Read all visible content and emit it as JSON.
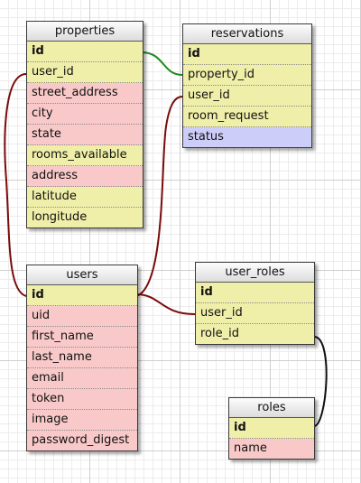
{
  "tables": {
    "properties": {
      "name": "properties",
      "fields": [
        {
          "name": "id",
          "kind": "key",
          "primary": true
        },
        {
          "name": "user_id",
          "kind": "key",
          "primary": false
        },
        {
          "name": "street_address",
          "kind": "attr",
          "primary": false
        },
        {
          "name": "city",
          "kind": "attr",
          "primary": false
        },
        {
          "name": "state",
          "kind": "attr",
          "primary": false
        },
        {
          "name": "rooms_available",
          "kind": "key",
          "primary": false
        },
        {
          "name": "address",
          "kind": "attr",
          "primary": false
        },
        {
          "name": "latitude",
          "kind": "key",
          "primary": false
        },
        {
          "name": "longitude",
          "kind": "key",
          "primary": false
        }
      ]
    },
    "reservations": {
      "name": "reservations",
      "fields": [
        {
          "name": "id",
          "kind": "key",
          "primary": true
        },
        {
          "name": "property_id",
          "kind": "key",
          "primary": false
        },
        {
          "name": "user_id",
          "kind": "key",
          "primary": false
        },
        {
          "name": "room_request",
          "kind": "key",
          "primary": false
        },
        {
          "name": "status",
          "kind": "status",
          "primary": false
        }
      ]
    },
    "users": {
      "name": "users",
      "fields": [
        {
          "name": "id",
          "kind": "key",
          "primary": true
        },
        {
          "name": "uid",
          "kind": "attr",
          "primary": false
        },
        {
          "name": "first_name",
          "kind": "attr",
          "primary": false
        },
        {
          "name": "last_name",
          "kind": "attr",
          "primary": false
        },
        {
          "name": "email",
          "kind": "attr",
          "primary": false
        },
        {
          "name": "token",
          "kind": "attr",
          "primary": false
        },
        {
          "name": "image",
          "kind": "attr",
          "primary": false
        },
        {
          "name": "password_digest",
          "kind": "attr",
          "primary": false
        }
      ]
    },
    "user_roles": {
      "name": "user_roles",
      "fields": [
        {
          "name": "id",
          "kind": "key",
          "primary": true
        },
        {
          "name": "user_id",
          "kind": "key",
          "primary": false
        },
        {
          "name": "role_id",
          "kind": "key",
          "primary": false
        }
      ]
    },
    "roles": {
      "name": "roles",
      "fields": [
        {
          "name": "id",
          "kind": "key",
          "primary": true
        },
        {
          "name": "name",
          "kind": "attr",
          "primary": false
        }
      ]
    }
  },
  "relations": [
    {
      "from": "properties.id",
      "to": "reservations.property_id",
      "color": "#1f8a1f"
    },
    {
      "from": "users.id",
      "to": "properties.user_id",
      "color": "#7a0b0b"
    },
    {
      "from": "users.id",
      "to": "reservations.user_id",
      "color": "#7a0b0b"
    },
    {
      "from": "users.id",
      "to": "user_roles.user_id",
      "color": "#7a0b0b"
    },
    {
      "from": "user_roles.role_id",
      "to": "roles.id",
      "color": "#111111"
    }
  ],
  "colors": {
    "key_field": "#f0efa9",
    "attribute_field": "#f9c9c9",
    "status_field": "#cdcdf9"
  }
}
